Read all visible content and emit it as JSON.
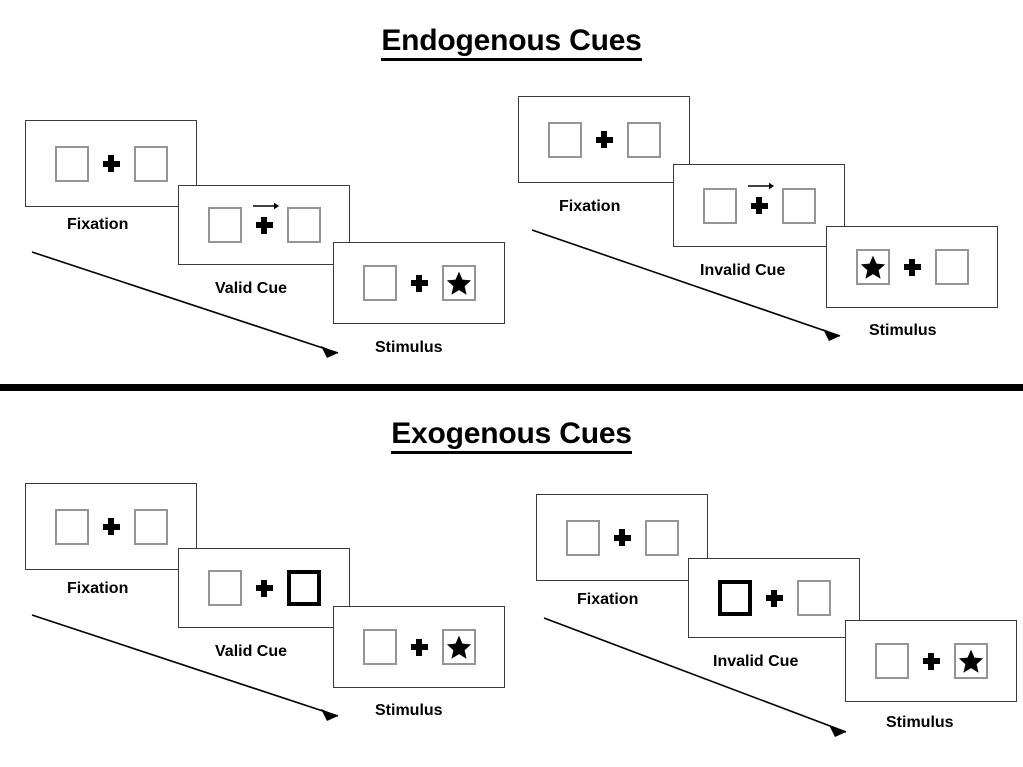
{
  "figure": {
    "sections": [
      {
        "id": "endogenous",
        "title": "Endogenous Cues",
        "conditions": [
          {
            "id": "endogenous-valid",
            "cue_type": "arrow",
            "frames": [
              {
                "label": "Fixation",
                "cue": "none",
                "arrow": "none",
                "star": "none"
              },
              {
                "label": "Valid Cue",
                "cue": "none",
                "arrow": "right",
                "star": "none"
              },
              {
                "label": "Stimulus",
                "cue": "none",
                "arrow": "none",
                "star": "right"
              }
            ]
          },
          {
            "id": "endogenous-invalid",
            "cue_type": "arrow",
            "frames": [
              {
                "label": "Fixation",
                "cue": "none",
                "arrow": "none",
                "star": "none"
              },
              {
                "label": "Invalid Cue",
                "cue": "none",
                "arrow": "right",
                "star": "none"
              },
              {
                "label": "Stimulus",
                "cue": "none",
                "arrow": "none",
                "star": "left"
              }
            ]
          }
        ]
      },
      {
        "id": "exogenous",
        "title": "Exogenous Cues",
        "conditions": [
          {
            "id": "exogenous-valid",
            "cue_type": "box-flash",
            "frames": [
              {
                "label": "Fixation",
                "cue": "none",
                "arrow": "none",
                "star": "none"
              },
              {
                "label": "Valid Cue",
                "cue": "right",
                "arrow": "none",
                "star": "none"
              },
              {
                "label": "Stimulus",
                "cue": "none",
                "arrow": "none",
                "star": "right"
              }
            ]
          },
          {
            "id": "exogenous-invalid",
            "cue_type": "box-flash",
            "frames": [
              {
                "label": "Fixation",
                "cue": "none",
                "arrow": "none",
                "star": "none"
              },
              {
                "label": "Invalid Cue",
                "cue": "left",
                "arrow": "none",
                "star": "none"
              },
              {
                "label": "Stimulus",
                "cue": "none",
                "arrow": "none",
                "star": "right"
              }
            ]
          }
        ]
      }
    ],
    "colors": {
      "placeholder_box_border": "#959595",
      "cued_box_border": "#000000",
      "frame_border": "#3a3a3a",
      "ink": "#000000",
      "background": "#ffffff"
    },
    "icons": {
      "fixation": "plus-icon",
      "target": "star-icon",
      "direction_cue": "arrow-right-icon",
      "time_flow": "diagonal-arrow-icon"
    }
  }
}
